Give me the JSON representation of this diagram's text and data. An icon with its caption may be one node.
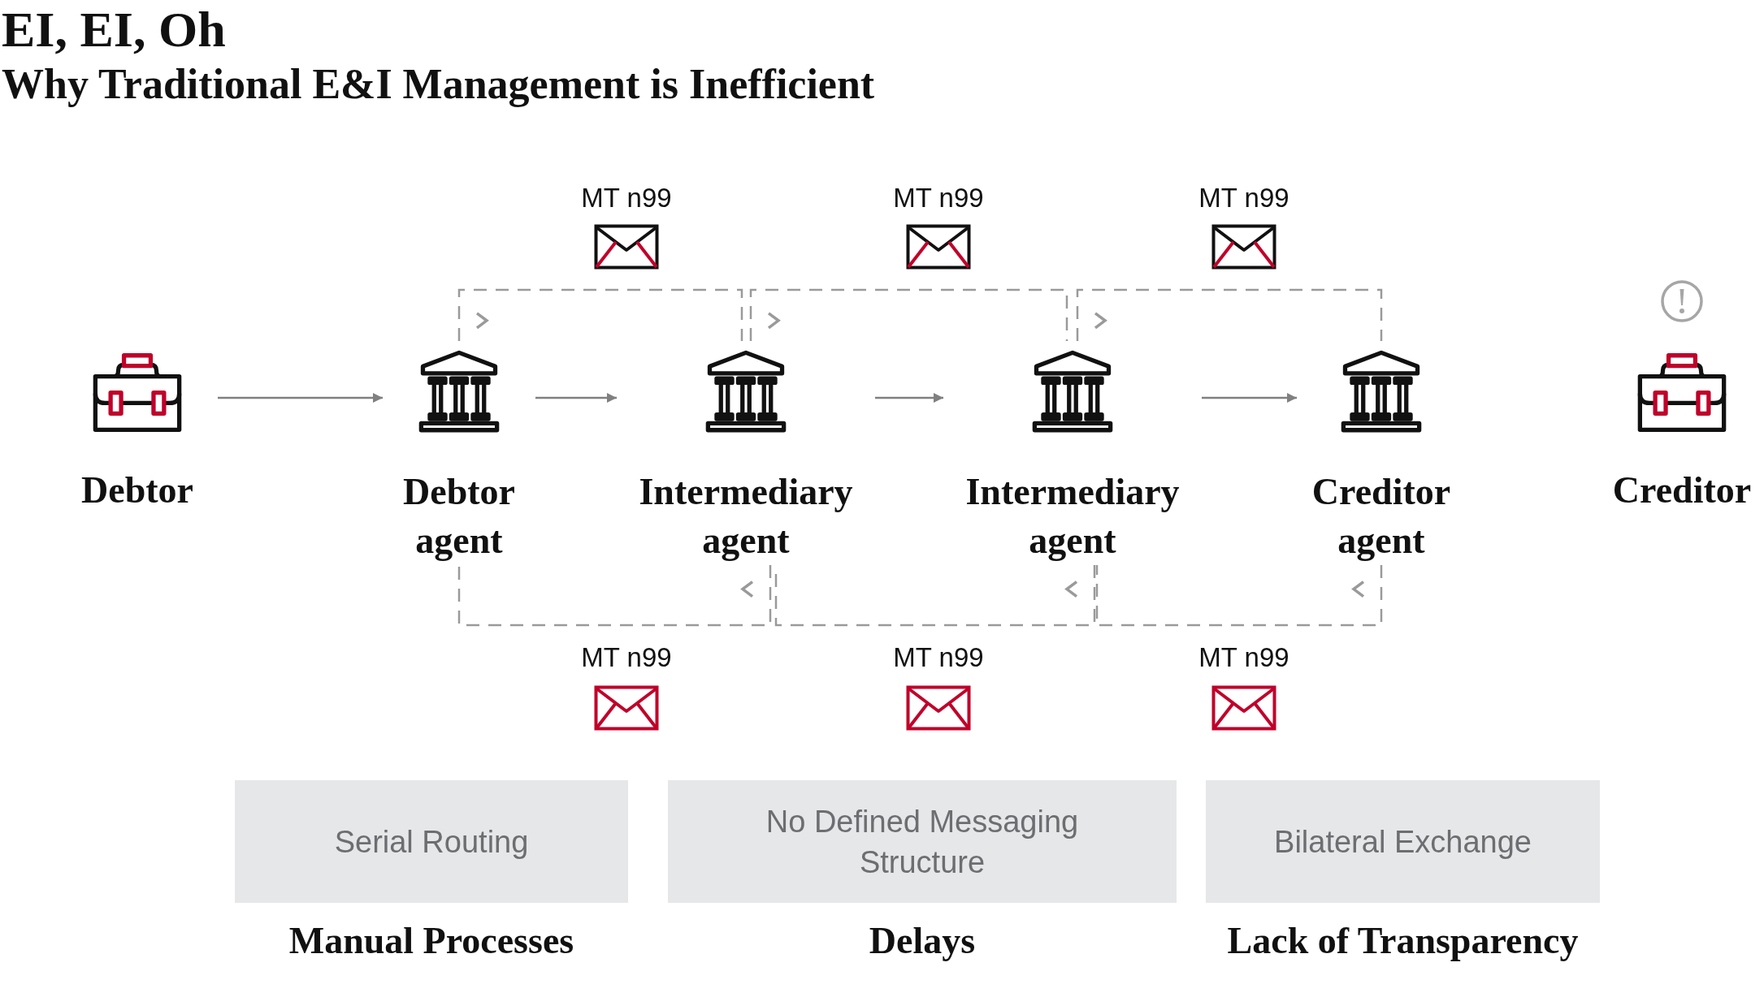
{
  "diagram": {
    "title": "EI, EI, Oh",
    "nodes": [
      {
        "text": [
          "Debtor"
        ]
      },
      {
        "text": [
          "Debtor agent"
        ]
      },
      {
        "text": [
          "Intermediary agent"
        ]
      },
      {
        "text": [
          "Intermediary agent"
        ]
      },
      {
        "text": [
          "Creditor agent"
        ]
      },
      {
        "text": [
          "Creditor"
        ]
      },
      {
        "text": [
          "Serial Routing"
        ],
        "beside": [
          "Manual Processes"
        ]
      },
      {
        "text": [
          "No Defined Messaging Structure"
        ],
        "beside": [
          "Delays"
        ]
      },
      {
        "text": [
          "Bilateral Exchange"
        ],
        "beside": [
          "Lack of Transparency"
        ]
      }
    ],
    "edges": [
      {
        "from": 0,
        "to": 1,
        "arrow": "to"
      },
      {
        "from": 1,
        "to": 2,
        "arrow": "to"
      },
      {
        "from": 2,
        "to": 3,
        "arrow": "to"
      },
      {
        "from": 3,
        "to": 4,
        "arrow": "to"
      },
      {
        "from": 1,
        "to": 2,
        "arrow": "none",
        "style": "dashed"
      },
      {
        "from": 2,
        "to": 3,
        "arrow": "none",
        "style": "dashed"
      },
      {
        "from": 3,
        "to": 4,
        "arrow": "none",
        "style": "dashed"
      },
      {
        "from": 2,
        "to": 1,
        "arrow": "none",
        "style": "dashed"
      },
      {
        "from": 3,
        "to": 2,
        "arrow": "none",
        "style": "dashed"
      },
      {
        "from": 4,
        "to": 3,
        "arrow": "none",
        "style": "dashed"
      }
    ],
    "labels": [
      "Why Traditional E&I Management is Inefficient",
      "MT n99",
      "MT n99",
      "MT n99",
      "MT n99",
      "MT n99",
      "MT n99"
    ]
  }
}
